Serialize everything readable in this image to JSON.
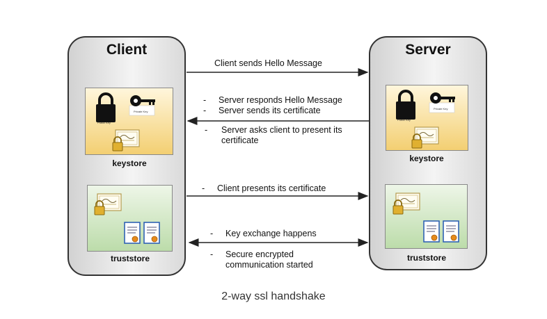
{
  "client": {
    "title": "Client",
    "keystore_label": "keystore",
    "truststore_label": "truststore"
  },
  "server": {
    "title": "Server",
    "keystore_label": "keystore",
    "truststore_label": "truststore"
  },
  "keystore_tags": {
    "public": "Public Key",
    "private": "Private Key"
  },
  "messages": [
    {
      "lines": [
        "Client sends Hello Message"
      ],
      "bullet": "",
      "direction": "to-server"
    },
    {
      "lines": [
        "Server responds Hello Message"
      ],
      "bullet": "-",
      "direction": ""
    },
    {
      "lines": [
        "Server sends its certificate"
      ],
      "bullet": "-",
      "direction": "to-client"
    },
    {
      "lines": [
        "Server asks client to present its",
        "certificate"
      ],
      "bullet": "-",
      "direction": ""
    },
    {
      "lines": [
        "Client presents its certificate"
      ],
      "bullet": "-",
      "direction": "to-server"
    },
    {
      "lines": [
        "Key exchange happens"
      ],
      "bullet": "-",
      "direction": ""
    },
    {
      "lines": [
        "Secure encrypted",
        "communication started"
      ],
      "bullet": "-",
      "direction": "both"
    }
  ],
  "caption": "2-way ssl handshake"
}
